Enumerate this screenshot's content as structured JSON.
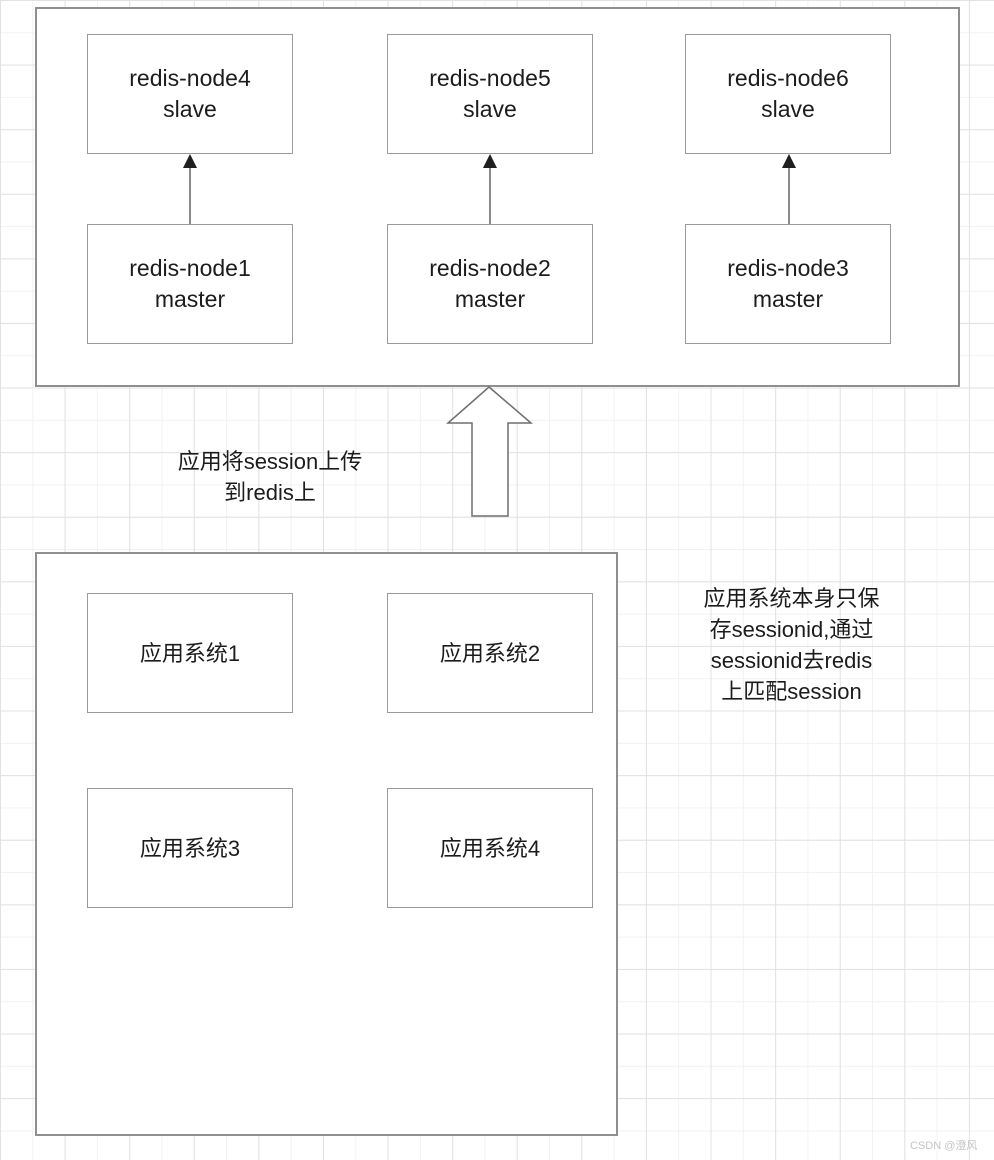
{
  "palette": {
    "panel_border": "#8f8f8f",
    "box_border": "#9a9a9a",
    "text": "#1c1c1c",
    "connector_line": "#8a8a8a",
    "connector_head": "#1f1f1f",
    "big_arrow_outline": "#6e6e6e",
    "grid_minor": "#f2f2f2",
    "grid_major": "#e2e2e2",
    "watermark": "#c4c4c4"
  },
  "redis_panel": {
    "slaves": [
      {
        "name": "redis-node4",
        "role": "slave"
      },
      {
        "name": "redis-node5",
        "role": "slave"
      },
      {
        "name": "redis-node6",
        "role": "slave"
      }
    ],
    "masters": [
      {
        "name": "redis-node1",
        "role": "master"
      },
      {
        "name": "redis-node2",
        "role": "master"
      },
      {
        "name": "redis-node3",
        "role": "master"
      }
    ]
  },
  "app_panel": {
    "systems": [
      "应用系统1",
      "应用系统2",
      "应用系统3",
      "应用系统4"
    ]
  },
  "annotations": {
    "upload": {
      "lines": [
        "应用将session上传",
        "到redis上"
      ]
    },
    "session_lookup": {
      "lines": [
        "应用系统本身只保",
        "存sessionid,通过",
        "sessionid去redis",
        "上匹配session"
      ]
    }
  },
  "watermark": "CSDN @澄风"
}
